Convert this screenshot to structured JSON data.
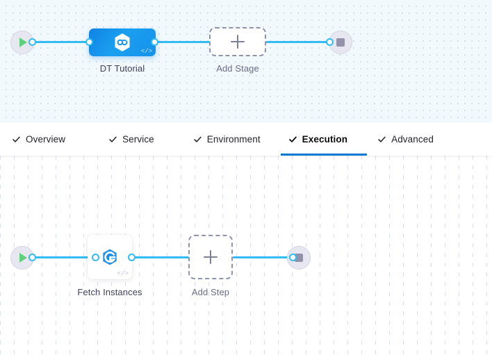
{
  "app": {
    "type": "pipeline-studio-canvas"
  },
  "colors": {
    "edge": "#32bbf5",
    "accent": "#0278d5",
    "stage_node_blue": "#1592ec",
    "start_play_green": "#5fd07b",
    "stop_gray": "#9293ab",
    "dashed_border": "#8f92ad",
    "stage_canvas_bg": "#f2f9fd",
    "step_canvas_bg": "#ffffff"
  },
  "stage_canvas": {
    "name": "stage-graph",
    "start_node": {
      "icon": "play-icon",
      "label": ""
    },
    "nodes": [
      {
        "label": "DT Tutorial",
        "icon": "harness-hexagon-infinity-icon",
        "badge": "</>",
        "type": "stage"
      }
    ],
    "add_placeholder": {
      "label": "Add Stage",
      "icon": "plus-icon"
    },
    "end_node": {
      "icon": "stop-icon",
      "label": ""
    }
  },
  "tabs": {
    "name": "pipeline-stage-tabs",
    "items": [
      {
        "label": "Overview",
        "icon": "check-icon",
        "active": false
      },
      {
        "label": "Service",
        "icon": "check-icon",
        "active": false
      },
      {
        "label": "Environment",
        "icon": "check-icon",
        "active": false
      },
      {
        "label": "Execution",
        "icon": "check-icon",
        "active": true
      },
      {
        "label": "Advanced",
        "icon": "check-icon",
        "active": false
      }
    ]
  },
  "step_canvas": {
    "name": "execution-graph",
    "start_node": {
      "icon": "play-icon",
      "label": ""
    },
    "nodes": [
      {
        "label": "Fetch Instances",
        "icon": "fetch-instances-hexagon-icon",
        "badge": "</>",
        "type": "step"
      }
    ],
    "add_placeholder": {
      "label": "Add Step",
      "icon": "plus-icon"
    },
    "end_node": {
      "icon": "stop-icon",
      "label": ""
    }
  }
}
